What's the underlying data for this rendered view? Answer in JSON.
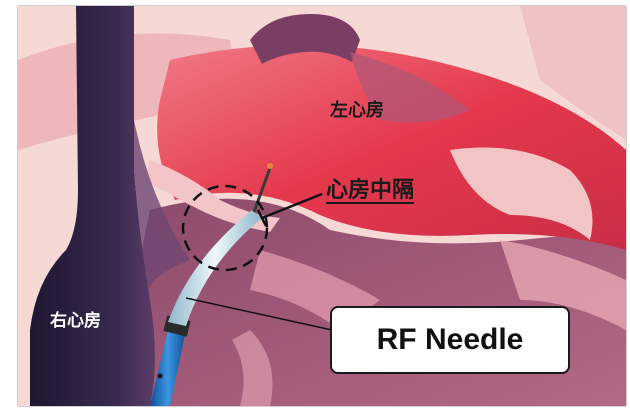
{
  "labels": {
    "left_atrium": "左心房",
    "right_atrium": "右心房",
    "atrial_septum": "心房中隔",
    "rf_needle": "RF Needle"
  },
  "colors": {
    "frame": "#a0a0a0",
    "background_tissue": "#f6d6d2",
    "atrial_wall": "#e8485a",
    "chamber_mauve": "#a85a74",
    "vena_cava_dark": "#2f2140",
    "catheter_blue": "#1e73c8",
    "needle_sheath": "#c9e3ef"
  }
}
